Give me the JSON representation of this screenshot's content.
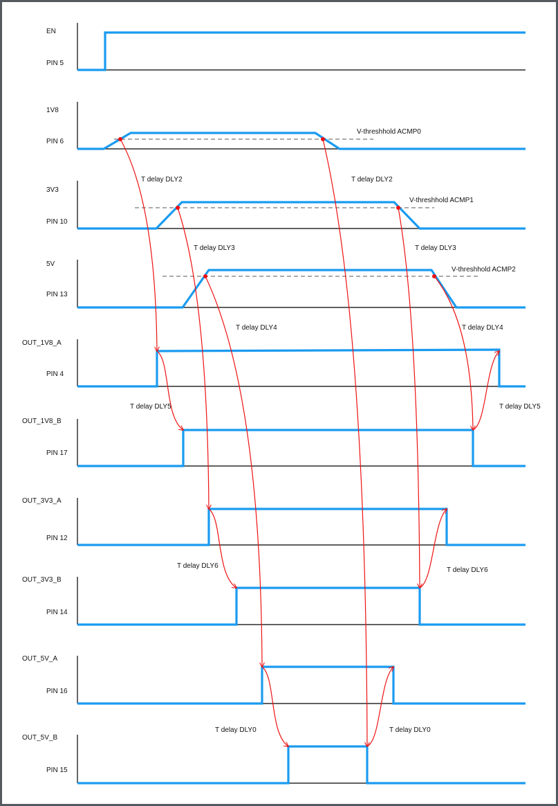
{
  "channels": [
    {
      "name": "EN",
      "pin": "PIN 5"
    },
    {
      "name": "1V8",
      "pin": "PIN 6"
    },
    {
      "name": "3V3",
      "pin": "PIN 10"
    },
    {
      "name": "5V",
      "pin": "PIN 13"
    },
    {
      "name": "OUT_1V8_A",
      "pin": "PIN 4"
    },
    {
      "name": "OUT_1V8_B",
      "pin": "PIN 17"
    },
    {
      "name": "OUT_3V3_A",
      "pin": "PIN 12"
    },
    {
      "name": "OUT_3V3_B",
      "pin": "PIN 14"
    },
    {
      "name": "OUT_5V_A",
      "pin": "PIN 16"
    },
    {
      "name": "OUT_5V_B",
      "pin": "PIN 15"
    }
  ],
  "thresholds": [
    "V-threshhold ACMP0",
    "V-threshhold ACMP1",
    "V-threshhold ACMP2"
  ],
  "delays": [
    "T delay DLY2",
    "T delay DLY2",
    "T delay DLY3",
    "T delay DLY3",
    "T delay DLY4",
    "T delay DLY4",
    "T delay DLY5",
    "T delay DLY5",
    "T delay DLY6",
    "T delay DLY6",
    "T delay DLY0",
    "T delay DLY0"
  ],
  "colors": {
    "signal": "#1a9bf0",
    "arrow": "#ee1111",
    "baseline": "#000000",
    "threshold": "#555555"
  }
}
